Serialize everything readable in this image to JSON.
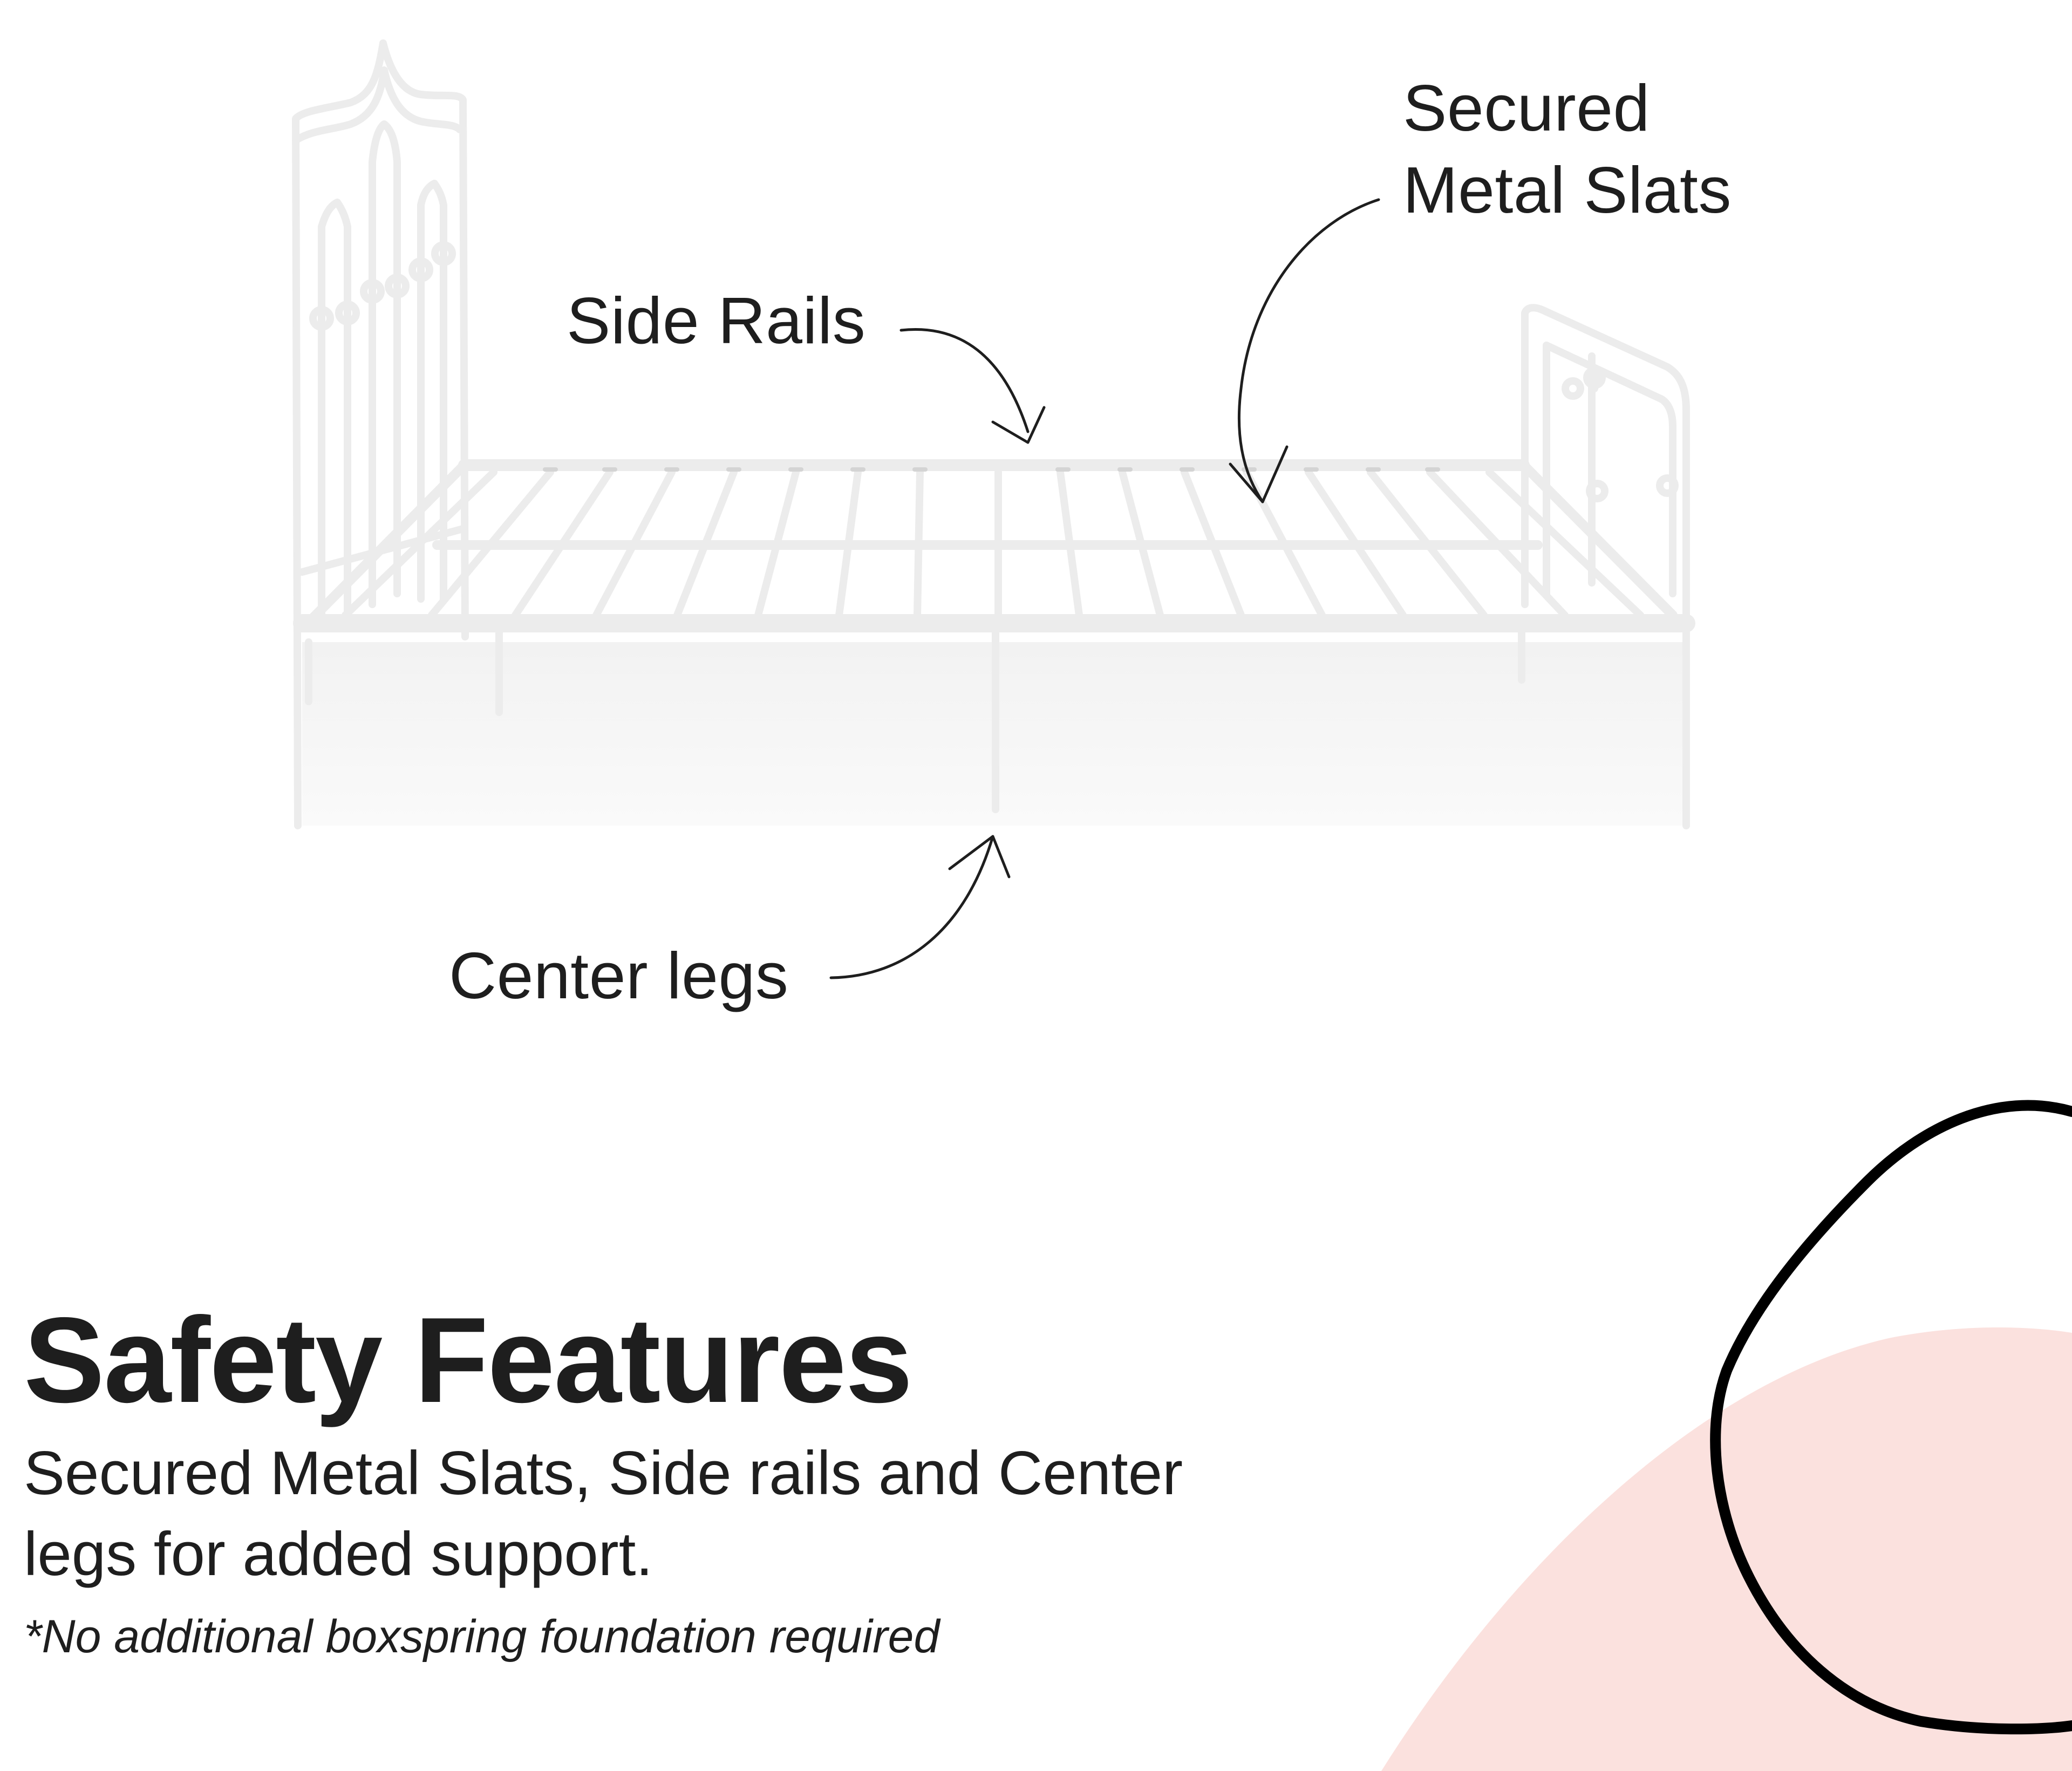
{
  "callouts": {
    "secured_slats": [
      "Secured",
      "Metal Slats"
    ],
    "side_rails": "Side Rails",
    "center_legs": "Center legs"
  },
  "safety": {
    "title": "Safety Features",
    "description": "Secured Metal Slats, Side rails and Center legs for added support.",
    "note": "*No additional boxspring foundation required"
  },
  "colors": {
    "text": "#1e1e1e",
    "bed_frame": "#f6f6f6",
    "bed_shade": "#e6e6e6",
    "accent_pink": "#fbe1de",
    "outline": "#000000"
  },
  "icons": {
    "bed": "metal-bed-frame-illustration",
    "arrows": "hand-drawn-arrow-icon"
  }
}
